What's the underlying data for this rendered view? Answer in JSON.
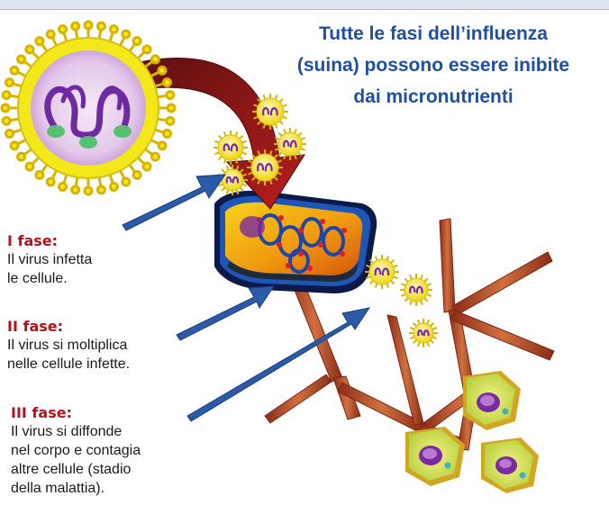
{
  "title": {
    "line1": "Tutte le fasi dell’influenza",
    "line2": "(suina) possono essere inibite",
    "line3": "dai micronutrienti"
  },
  "phases": [
    {
      "heading": "I fase:",
      "lines": [
        "Il virus infetta",
        "le cellule."
      ]
    },
    {
      "heading": "II fase:",
      "lines": [
        "Il virus si moltiplica",
        "nelle cellule infette."
      ]
    },
    {
      "heading": "III fase:",
      "lines": [
        "Il virus si diffonde",
        "nel corpo e contagia",
        "altre cellule (stadio",
        "della malattia)."
      ]
    }
  ],
  "colors": {
    "title": "#1f4f9e",
    "phase_heading": "#b5121b",
    "arrow_blue": "#2a5aa8",
    "arrow_red": "#8b1a1a",
    "virus_yellow": "#f2e81a",
    "virus_purple": "#7a2b9e",
    "fiber": "#b04a2e",
    "cell_green": "#c8d84a"
  },
  "icons": [
    "virus-icon",
    "infected-cell-icon",
    "nerve-fiber-icon",
    "cell-icon"
  ]
}
